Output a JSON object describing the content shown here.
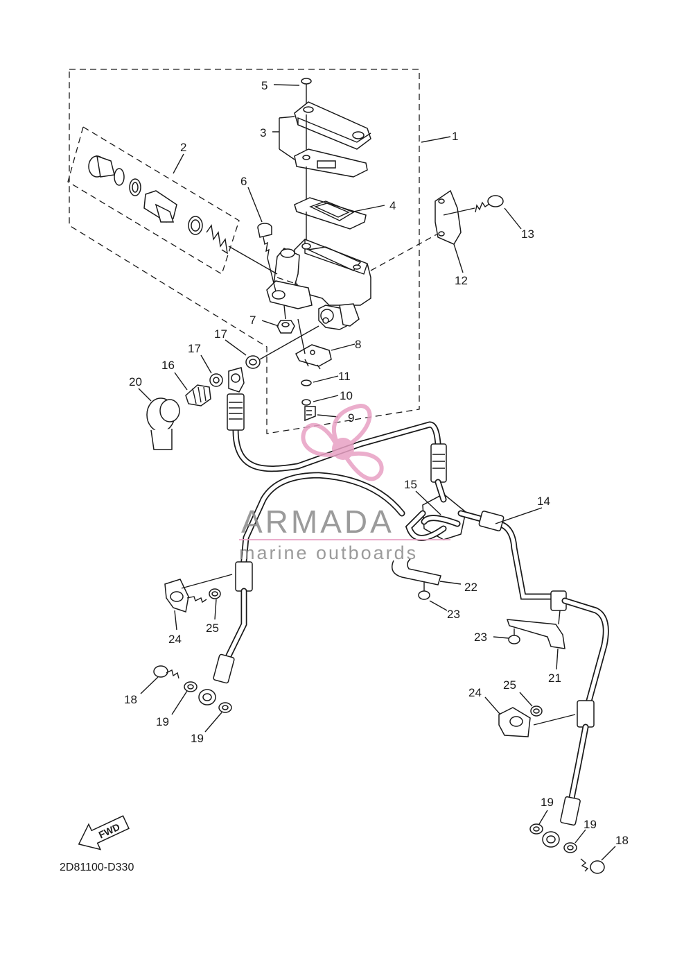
{
  "diagram": {
    "code": "2D81100-D330",
    "fwd_label": "FWD",
    "callouts": [
      "1",
      "2",
      "3",
      "4",
      "5",
      "6",
      "7",
      "8",
      "9",
      "10",
      "11",
      "12",
      "13",
      "14",
      "15",
      "16",
      "17",
      "17",
      "18",
      "18",
      "19",
      "19",
      "19",
      "19",
      "20",
      "21",
      "22",
      "23",
      "23",
      "24",
      "24",
      "25",
      "25"
    ]
  },
  "watermark": {
    "brand": "ARMADA",
    "tagline": "marine outboards",
    "accent_color": "#e8a0c4",
    "text_color": "#8a8a8a",
    "icon": "propeller-icon"
  }
}
